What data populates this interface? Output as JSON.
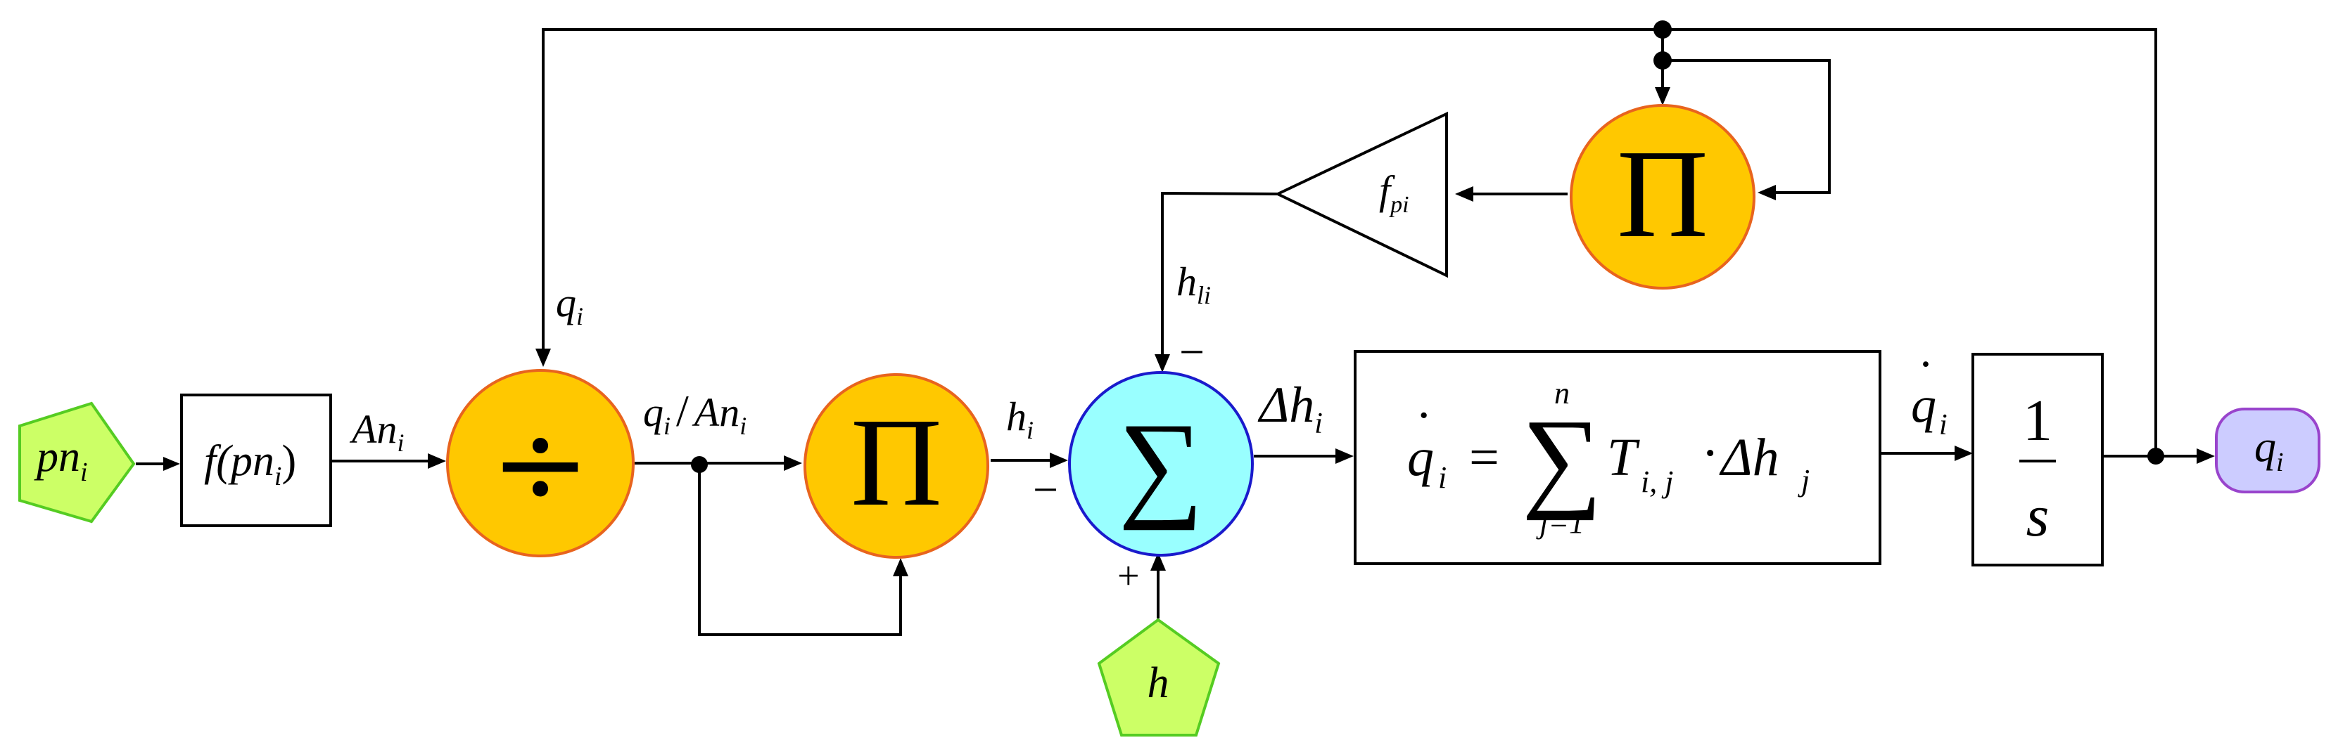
{
  "blocks": {
    "pn_source": {
      "base": "pn",
      "sub": "i",
      "color": "#ccff66"
    },
    "f_block": {
      "pre": "f(",
      "base": "pn",
      "sub": "i",
      "post": ")"
    },
    "divide": {
      "symbol": "÷",
      "color": "#ffc800"
    },
    "product_left": {
      "symbol": "Π",
      "color": "#ffc800"
    },
    "sum": {
      "symbol": "∑",
      "color": "#99ffff",
      "minus_left": "−",
      "minus_top": "−",
      "plus_bottom": "+"
    },
    "h_source": {
      "text": "h",
      "color": "#ccff66"
    },
    "equation": {
      "lhs": "q",
      "lhs_dot": "·",
      "lhs_sub": "i",
      "eq": "=",
      "sigma": "∑",
      "upper": "n",
      "lower": "j=1",
      "t": "T",
      "t_sub": "i, j",
      "dot_op": "·",
      "delta": "Δh",
      "delta_sub": "j"
    },
    "integrator": {
      "num": "1",
      "den": "s"
    },
    "output": {
      "base": "q",
      "sub": "i",
      "color": "#ccccff"
    },
    "gain": {
      "base": "f",
      "sub": "pi"
    },
    "product_top": {
      "symbol": "Π",
      "color": "#ffc800"
    }
  },
  "labels": {
    "an": {
      "base": "An",
      "sub": "i"
    },
    "q_top": {
      "base": "q",
      "sub": "i"
    },
    "q_over_an": {
      "q": "q",
      "qsub": "i",
      "slash": "/",
      "an": "An",
      "ansub": "i"
    },
    "h_i": {
      "base": "h",
      "sub": "i"
    },
    "h_li": {
      "base": "h",
      "sub": "li"
    },
    "delta_h": {
      "base": "Δh",
      "sub": "i"
    },
    "q_dot": {
      "base": "q",
      "dot": "·",
      "sub": "i"
    }
  },
  "colors": {
    "stroke_circle": "#e8641e",
    "stroke_sum": "#1a1acc",
    "stroke_pent": "#55cc22",
    "stroke_out": "#9944cc"
  }
}
